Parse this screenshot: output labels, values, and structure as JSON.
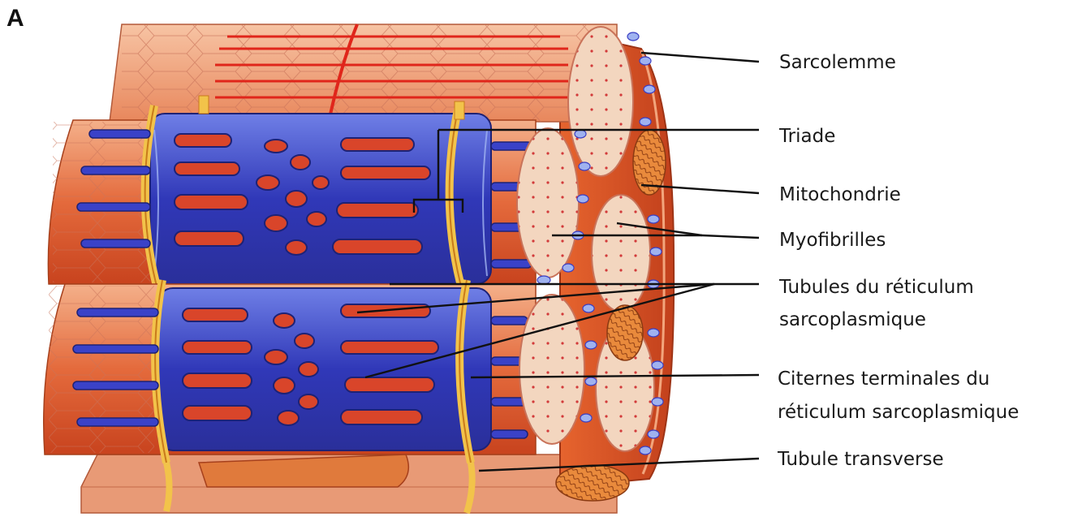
{
  "panel_letter": "A",
  "labels": {
    "sarcolemme": "Sarcolemme",
    "triade": "Triade",
    "mitochondrie": "Mitochondrie",
    "myofibrilles": "Myofibrilles",
    "tubules_line1": "Tubules du réticulum",
    "tubules_line2": "sarcoplasmique",
    "citernes_line1": "Citernes terminales du",
    "citernes_line2": "réticulum sarcoplasmique",
    "tubule_transverse": "Tubule transverse"
  },
  "colors": {
    "muscle_red": "#d9502a",
    "muscle_light": "#f2a57c",
    "reticulum_blue": "#3b3fc4",
    "reticulum_highlight": "#9fb2f0",
    "t_tubule_yellow": "#f2c34a",
    "fibril_face": "#f3d6bf",
    "fibril_dot": "#d23a3a"
  }
}
